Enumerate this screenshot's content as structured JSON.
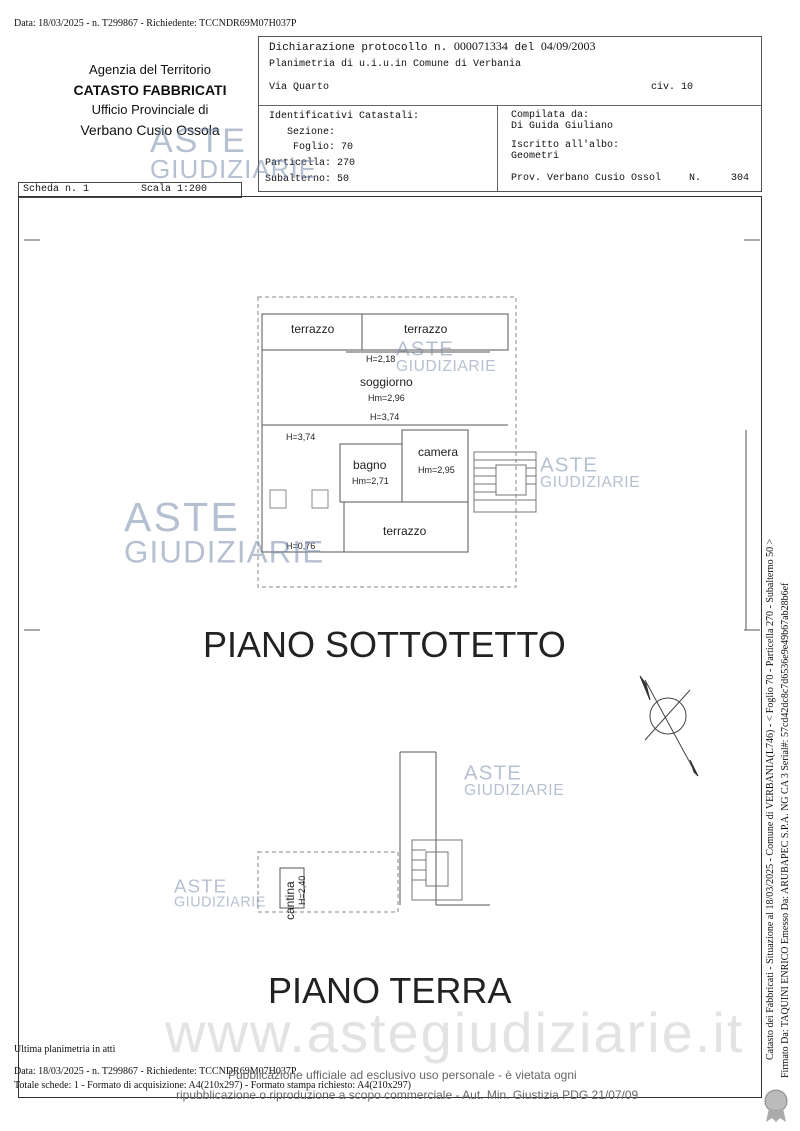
{
  "header": {
    "top_line": "Data: 18/03/2025 - n. T299867 - Richiedente: TCCNDR69M07H037P",
    "agency": [
      "Agenzia del Territorio",
      "CATASTO FABBRICATI",
      "Ufficio Provinciale di",
      "Verbano Cusio Ossola"
    ],
    "dichiarazione_label": "Dichiarazione protocollo n.",
    "protocollo": "000071334",
    "del_label": "del",
    "data_dich": "04/09/2003",
    "planimetria": "Planimetria di u.i.u.in Comune di Verbania",
    "via": "Via Quarto",
    "civ": "civ. 10",
    "identificativi_label": "Identificativi Catastali:",
    "sezione": "Sezione:",
    "foglio": "Foglio: 70",
    "particella": "Particella: 270",
    "subalterno": "Subalterno: 50",
    "compilata_label": "Compilata da:",
    "compilata_nome": "Di Guida Giuliano",
    "iscritto_label": "Iscritto all'albo:",
    "iscritto_val": "Geometri",
    "prov": "Prov. Verbano Cusio Ossol",
    "n_label": "N.",
    "n_val": "304",
    "scheda": "Scheda n. 1",
    "scala": "Scala 1:200"
  },
  "plan": {
    "rooms": [
      "terrazzo",
      "terrazzo",
      "soggiorno",
      "camera",
      "bagno",
      "terrazzo",
      "cantina"
    ],
    "heights": [
      "H=2,18",
      "Hm=2,96",
      "H=3,74",
      "H=3,74",
      "Hm=2,95",
      "Hm=2,71",
      "H=0,76",
      "H=2,40"
    ],
    "piano1": "PIANO SOTTOTETTO",
    "piano2": "PIANO TERRA"
  },
  "watermark": {
    "aste": "ASTE",
    "giudiziarie": "GIUDIZIARIE",
    "site": "www.astegiudiziarie.it"
  },
  "side": {
    "line1": "Catasto dei Fabbricati - Situazione al 18/03/2025 - Comune di VERBANIA(L746) - < Foglio 70 - Particella 270 - Subalterno 50 >",
    "line2": "Firmato Da: TAQUINI ENRICO Emesso Da: ARUBAPEC S.P.A. NG CA 3 Serial#: 57cd42dc8c7d6536e9e49b67ab28b6ef"
  },
  "footer": {
    "ultima": "Ultima planimetria in atti",
    "data_line": "Data: 18/03/2025 - n. T299867 - Richiedente: TCCNDR69M07H037P",
    "totale": "Totale schede: 1 - Formato di acquisizione: A4(210x297) - Formato stampa richiesto: A4(210x297)",
    "pub1": "Pubblicazione ufficiale ad esclusivo uso personale - è vietata ogni",
    "pub2": "ripubblicazione o riproduzione a scopo commerciale - Aut. Min. Giustizia PDG 21/07/09"
  }
}
